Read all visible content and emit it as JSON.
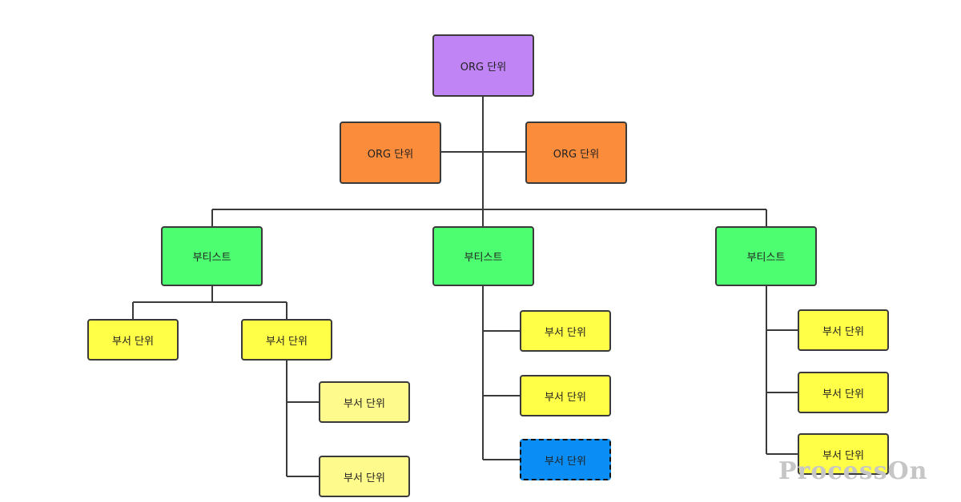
{
  "colors": {
    "root": "#c084f5",
    "org": "#fb8c3b",
    "boost": "#4dff70",
    "dept": "#ffff47",
    "dept_light": "#fffa8c",
    "dept_selected": "#0a8ef6"
  },
  "nodes": {
    "root": "ORG 단위",
    "org_left": "ORG 단위",
    "org_right": "ORG 단위",
    "boost_left": "부티스트",
    "boost_center": "부티스트",
    "boost_right": "부티스트",
    "dept_l1": "부서 단위",
    "dept_l2": "부서 단위",
    "dept_l2_a": "부서 단위",
    "dept_l2_b": "부서 단위",
    "dept_c1": "부서 단위",
    "dept_c2": "부서 단위",
    "dept_c3": "부서 단위",
    "dept_r1": "부서 단위",
    "dept_r2": "부서 단위",
    "dept_r3": "부서 단위"
  },
  "watermark": "ProcessOn"
}
